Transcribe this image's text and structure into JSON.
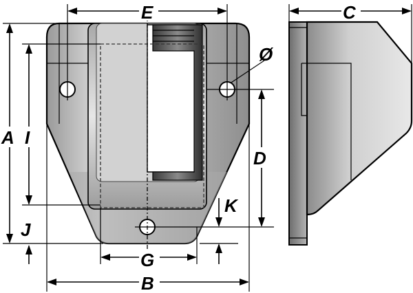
{
  "diagram": {
    "labels": {
      "A": "A",
      "B": "B",
      "C": "C",
      "D": "D",
      "E": "E",
      "G": "G",
      "I": "I",
      "J": "J",
      "K": "K",
      "hole": "Ø"
    }
  }
}
